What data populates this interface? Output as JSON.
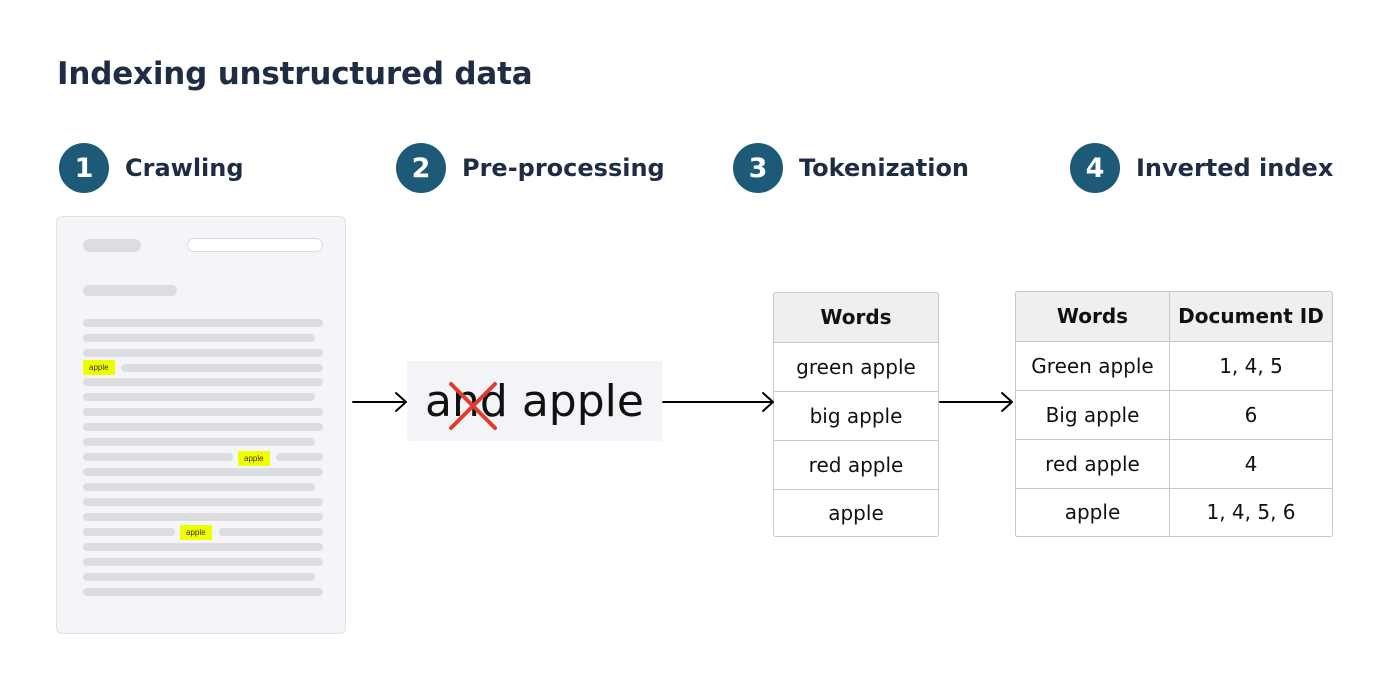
{
  "title": "Indexing unstructured data",
  "steps": [
    {
      "number": "1",
      "label": "Crawling"
    },
    {
      "number": "2",
      "label": "Pre-processing"
    },
    {
      "number": "3",
      "label": "Tokenization"
    },
    {
      "number": "4",
      "label": "Inverted index"
    }
  ],
  "document": {
    "highlights": [
      "apple",
      "apple",
      "apple"
    ]
  },
  "preprocessing": {
    "removed_word": "and",
    "kept_word": "apple"
  },
  "tokenization_table": {
    "header": "Words",
    "rows": [
      "green apple",
      "big apple",
      "red apple",
      "apple"
    ]
  },
  "inverted_index_table": {
    "headers": [
      "Words",
      "Document ID"
    ],
    "rows": [
      [
        "Green apple",
        "1, 4, 5"
      ],
      [
        "Big apple",
        "6"
      ],
      [
        "red apple",
        "4"
      ],
      [
        "apple",
        "1, 4, 5, 6"
      ]
    ]
  },
  "colors": {
    "step_badge": "#1c5a78",
    "title_text": "#1f2d44",
    "highlight": "#f0ff00",
    "strike": "#e23b2e"
  }
}
